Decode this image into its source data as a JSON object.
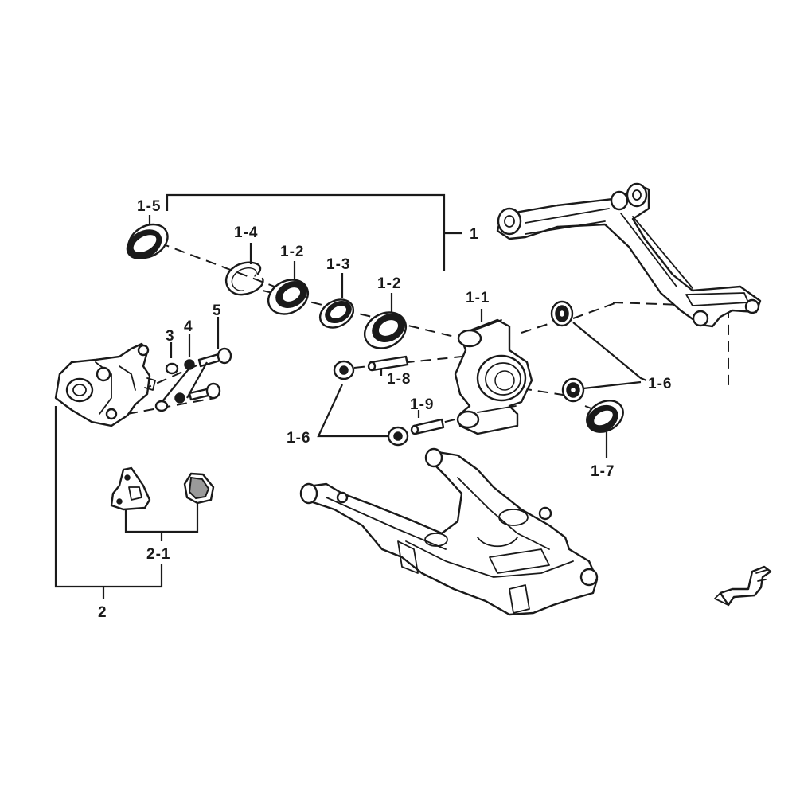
{
  "labels": {
    "p1": "1",
    "p1_1": "1-1",
    "p1_2a": "1-2",
    "p1_2b": "1-2",
    "p1_3": "1-3",
    "p1_4": "1-4",
    "p1_5": "1-5",
    "p1_6a": "1-6",
    "p1_6b": "1-6",
    "p1_7": "1-7",
    "p1_8": "1-8",
    "p1_9": "1-9",
    "p2": "2",
    "p2_1": "2-1",
    "p3": "3",
    "p4": "4",
    "p5": "5"
  },
  "icons": {
    "front": "front-direction-arrow-icon"
  },
  "colors": {
    "ink": "#1a1a1a",
    "background": "#ffffff"
  }
}
